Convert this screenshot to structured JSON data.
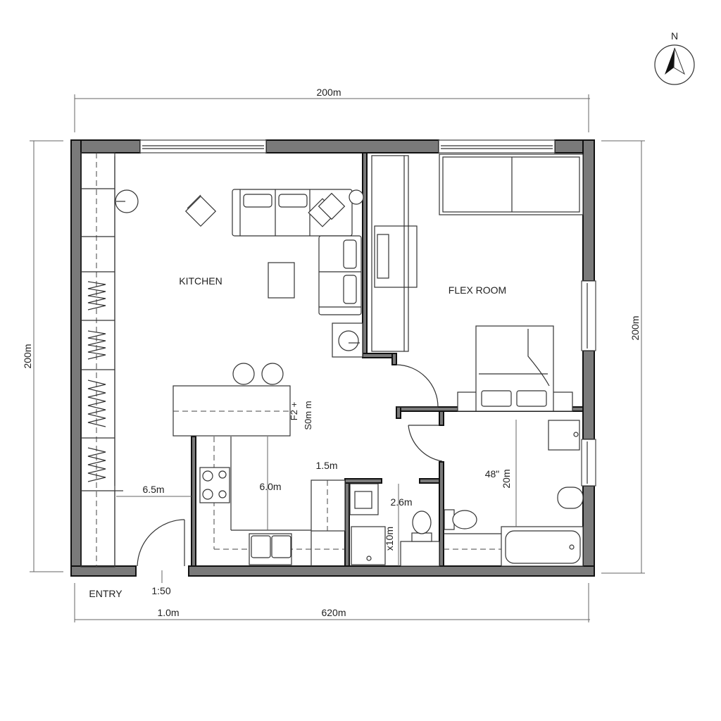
{
  "compass": {
    "label": "N"
  },
  "dimensions": {
    "top_width": "200m",
    "left_height": "200m",
    "right_height": "200m",
    "bottom_left": "1.0m",
    "bottom_total": "620m",
    "scale": "1:50"
  },
  "rooms": {
    "kitchen": "KITCHEN",
    "flex_room": "FLEX ROOM",
    "entry": "ENTRY"
  },
  "annotations": {
    "entry_width": "6.5m",
    "kitchen_depth": "6.0m",
    "counter_width": "1.5m",
    "island_label_1": "F2 +",
    "island_label_2": "S0m m",
    "bath1_width": "2.6m",
    "bath1_height": "x10m",
    "bath2_width": "48\"",
    "bath2_height": "20m"
  },
  "colors": {
    "wall_fill": "#7a7a7a",
    "wall_stroke": "#111111",
    "line": "#333333",
    "background": "#ffffff"
  }
}
